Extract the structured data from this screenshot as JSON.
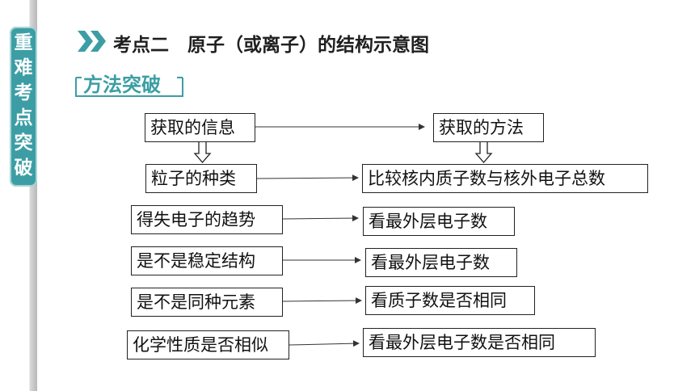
{
  "sidebar": {
    "label": "重难考点突破"
  },
  "header": {
    "title": "考点二　原子（或离子）的结构示意图"
  },
  "method": {
    "label": "方法突破"
  },
  "diagram": {
    "top_left": "获取的信息",
    "top_right": "获取的方法",
    "rows": [
      {
        "left": "粒子的种类",
        "right": "比较核内质子数与核外电子总数"
      },
      {
        "left": "得失电子的趋势",
        "right": "看最外层电子数"
      },
      {
        "left": "是不是稳定结构",
        "right": "看最外层电子数"
      },
      {
        "left": "是不是同种元素",
        "right": "看质子数是否相同"
      },
      {
        "left": "化学性质是否相似",
        "right": "看最外层电子数是否相同"
      }
    ]
  },
  "colors": {
    "accent": "#3c9ea4",
    "method_text": "#3b9ea3",
    "chevron": "#3c9ea4"
  }
}
